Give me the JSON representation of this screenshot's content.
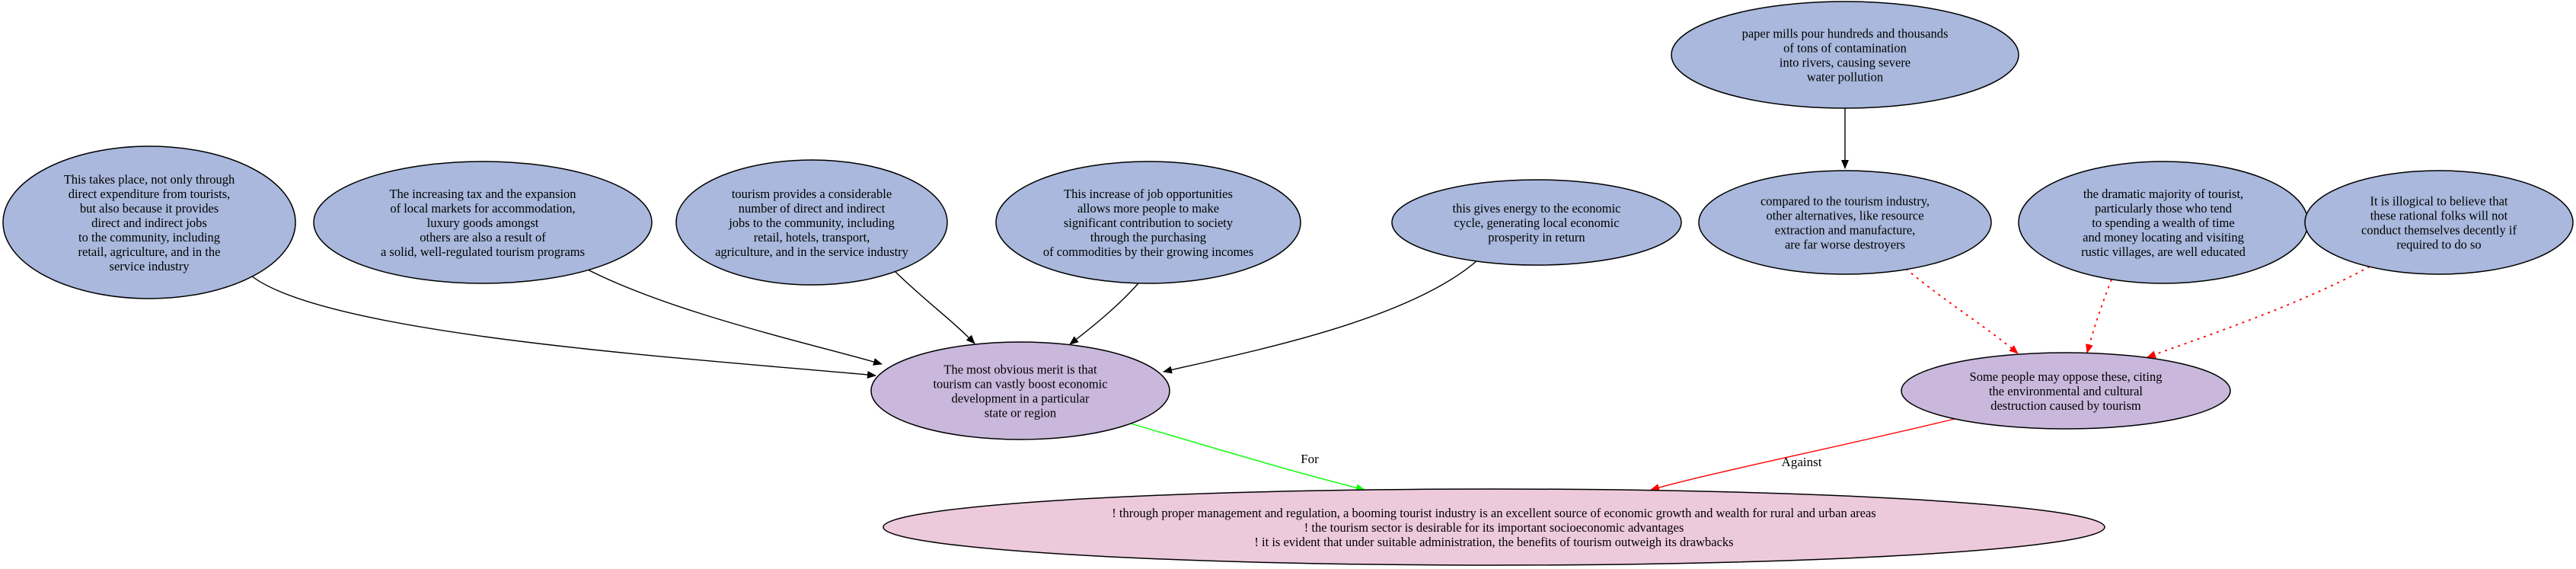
{
  "diagram": {
    "colors": {
      "premise_fill": "#a9b8dc",
      "claim_fill": "#c9b8dc",
      "conclusion_fill": "#edc9dc",
      "support_edge": "#000000",
      "for_edge": "#00ff00",
      "against_edge": "#ff0000",
      "attack_edge": "#ff0000",
      "border": "#000000"
    },
    "nodes": [
      {
        "id": "n1",
        "kind": "premise",
        "lines": [
          "This takes place, not only through",
          "direct expenditure from tourists,",
          "but also because it provides",
          "direct and indirect jobs",
          "to the community, including",
          "retail, agriculture, and in the",
          "service industry"
        ]
      },
      {
        "id": "n2",
        "kind": "premise",
        "lines": [
          "The increasing tax and the expansion",
          "of local markets for accommodation,",
          "luxury goods amongst",
          "others are also a result of",
          "a solid, well-regulated tourism programs"
        ]
      },
      {
        "id": "n3",
        "kind": "premise",
        "lines": [
          "tourism provides a considerable",
          "number of direct and indirect",
          "jobs to the community, including",
          "retail, hotels, transport,",
          "agriculture, and in the service industry"
        ]
      },
      {
        "id": "n4",
        "kind": "premise",
        "lines": [
          "This increase of job opportunities",
          "allows more people to make",
          "significant contribution to society",
          "through the purchasing",
          "of commodities by their growing incomes"
        ]
      },
      {
        "id": "n5",
        "kind": "premise",
        "lines": [
          "this gives energy to the economic",
          "cycle, generating local economic",
          "prosperity in return"
        ]
      },
      {
        "id": "n6",
        "kind": "premise",
        "lines": [
          "paper mills pour hundreds and thousands",
          "of tons of contamination",
          "into rivers, causing severe",
          "water pollution"
        ]
      },
      {
        "id": "n7",
        "kind": "premise",
        "lines": [
          "compared to the tourism industry,",
          "other alternatives, like resource",
          "extraction and manufacture,",
          "are far worse destroyers"
        ]
      },
      {
        "id": "n8",
        "kind": "premise",
        "lines": [
          "the dramatic majority of tourist,",
          "particularly those who tend",
          "to spending a wealth of time",
          "and money locating and visiting",
          "rustic villages, are well educated"
        ]
      },
      {
        "id": "n9",
        "kind": "premise",
        "lines": [
          "It is illogical to believe that",
          "these rational folks will not",
          "conduct themselves decently if",
          "required to do so"
        ]
      },
      {
        "id": "c1",
        "kind": "claim",
        "lines": [
          "The most obvious merit is that",
          "tourism can vastly boost economic",
          "development in a particular",
          "state or region"
        ]
      },
      {
        "id": "c2",
        "kind": "claim",
        "lines": [
          "Some people may oppose these, citing",
          "the environmental and cultural",
          "destruction caused by tourism"
        ]
      },
      {
        "id": "m1",
        "kind": "conclusion",
        "lines": [
          "! through proper management and regulation, a booming tourist industry is an excellent source of economic growth and wealth for rural and urban areas",
          "! the tourism sector is desirable for its important socioeconomic advantages",
          "! it is evident that under suitable administration, the benefits of tourism outweigh its drawbacks"
        ]
      }
    ],
    "edges": [
      {
        "from": "n1",
        "to": "c1",
        "style": "support",
        "label": ""
      },
      {
        "from": "n2",
        "to": "c1",
        "style": "support",
        "label": ""
      },
      {
        "from": "n3",
        "to": "c1",
        "style": "support",
        "label": ""
      },
      {
        "from": "n4",
        "to": "c1",
        "style": "support",
        "label": ""
      },
      {
        "from": "n5",
        "to": "c1",
        "style": "support",
        "label": ""
      },
      {
        "from": "n6",
        "to": "n7",
        "style": "support",
        "label": ""
      },
      {
        "from": "n7",
        "to": "c2",
        "style": "attack",
        "label": ""
      },
      {
        "from": "n8",
        "to": "c2",
        "style": "attack",
        "label": ""
      },
      {
        "from": "n9",
        "to": "c2",
        "style": "attack",
        "label": ""
      },
      {
        "from": "c1",
        "to": "m1",
        "style": "for",
        "label": "For"
      },
      {
        "from": "c2",
        "to": "m1",
        "style": "against",
        "label": "Against"
      }
    ]
  }
}
